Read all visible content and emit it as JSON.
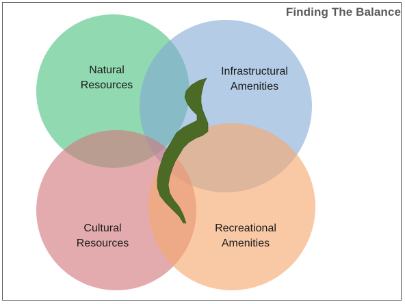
{
  "title": "Finding The Balance",
  "circles": [
    {
      "id": "natural",
      "line1": "Natural",
      "line2": "Resources",
      "color": "#4ec27f"
    },
    {
      "id": "infrastructural",
      "line1": "Infrastructural",
      "line2": "Amenities",
      "color": "#7fa7d6"
    },
    {
      "id": "cultural",
      "line1": "Cultural",
      "line2": "Resources",
      "color": "#d2787c"
    },
    {
      "id": "recreational",
      "line1": "Recreational",
      "line2": "Amenities",
      "color": "#f5a86e"
    }
  ],
  "river_color": "#4a6a25"
}
